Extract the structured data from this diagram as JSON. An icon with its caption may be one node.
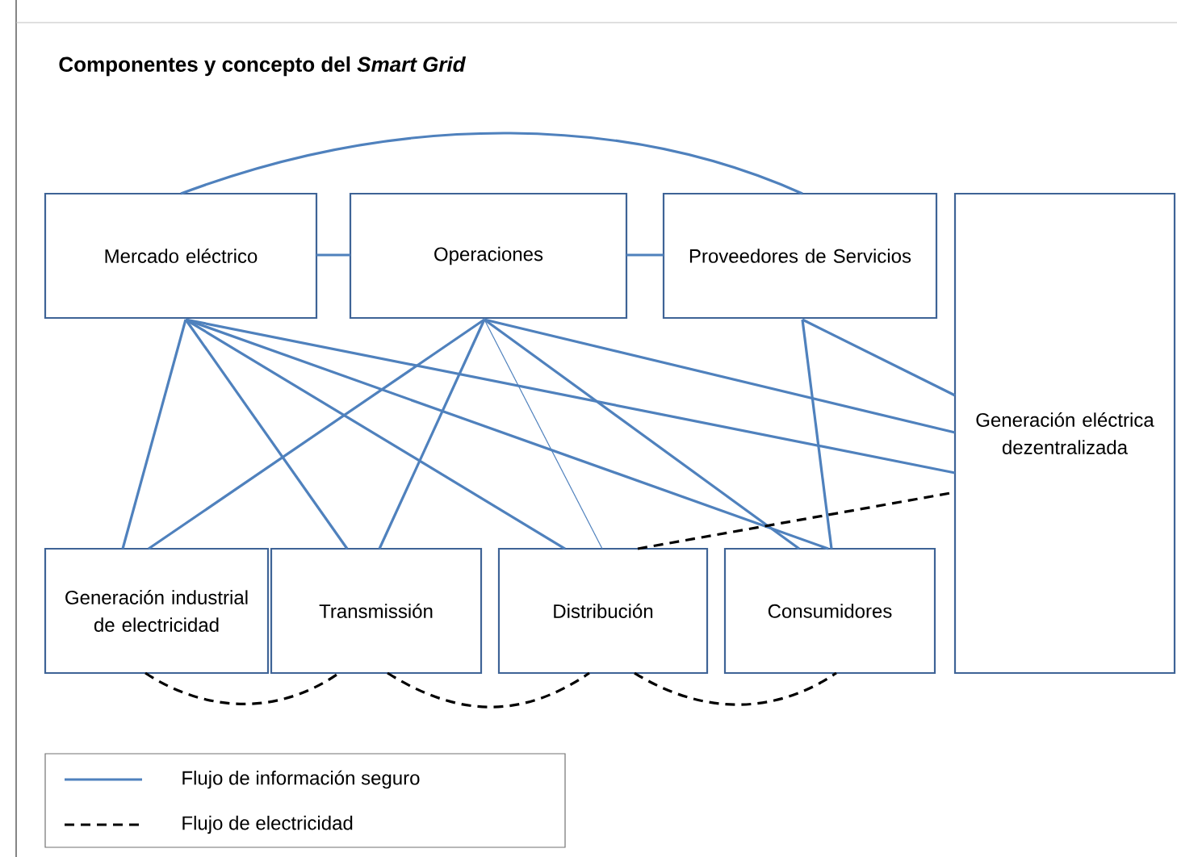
{
  "diagram": {
    "title": "Componentes y concepto del *Smart Grid*",
    "nodes": [
      {
        "text": [
          "Mercado eléctrico"
        ]
      },
      {
        "text": [
          "Operaciones"
        ]
      },
      {
        "text": [
          "Proveedores de Servicios"
        ]
      },
      {
        "text": [
          "Generación eléctrica dezentralizada"
        ]
      },
      {
        "text": [
          "Generación industrial de electricidad"
        ]
      },
      {
        "text": [
          "Transmissión"
        ]
      },
      {
        "text": [
          "Distribución"
        ]
      },
      {
        "text": [
          "Consumidores"
        ]
      }
    ],
    "edges": [
      {
        "from": 0,
        "to": 1,
        "arrow": "none"
      },
      {
        "from": 1,
        "to": 2,
        "arrow": "none"
      },
      {
        "from": 0,
        "to": 2,
        "arrow": "none"
      },
      {
        "from": 0,
        "to": 4,
        "arrow": "none"
      },
      {
        "from": 0,
        "to": 5,
        "arrow": "none"
      },
      {
        "from": 0,
        "to": 6,
        "arrow": "none"
      },
      {
        "from": 0,
        "to": 7,
        "arrow": "none"
      },
      {
        "from": 0,
        "to": 3,
        "arrow": "none"
      },
      {
        "from": 1,
        "to": 4,
        "arrow": "none"
      },
      {
        "from": 1,
        "to": 5,
        "arrow": "none"
      },
      {
        "from": 1,
        "to": 6,
        "arrow": "none"
      },
      {
        "from": 1,
        "to": 7,
        "arrow": "none"
      },
      {
        "from": 1,
        "to": 3,
        "arrow": "none"
      },
      {
        "from": 2,
        "to": 7,
        "arrow": "none"
      },
      {
        "from": 2,
        "to": 3,
        "arrow": "none"
      },
      {
        "from": 4,
        "to": 5,
        "arrow": "none",
        "style": "dashed",
        "color": "#000000"
      },
      {
        "from": 5,
        "to": 6,
        "arrow": "none",
        "style": "dashed",
        "color": "#000000"
      },
      {
        "from": 6,
        "to": 7,
        "arrow": "none",
        "style": "dashed",
        "color": "#000000"
      },
      {
        "from": 6,
        "to": 3,
        "arrow": "none",
        "style": "dashed",
        "color": "#000000"
      }
    ],
    "legend": [
      {
        "text": "Flujo de información seguro"
      },
      {
        "text": "Flujo de electricidad"
      }
    ]
  }
}
